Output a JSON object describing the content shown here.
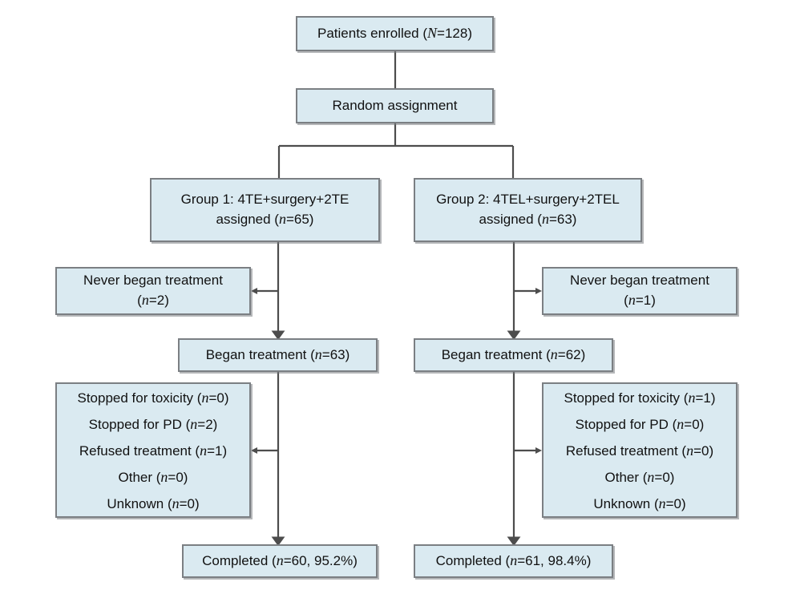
{
  "figure": {
    "type": "flowchart",
    "title": "CONSORT patient flow diagram",
    "colors": {
      "box_fill": "#daeaf1",
      "box_border": "#7b7f83",
      "connector": "#4d4d4d",
      "text": "#111111",
      "background": "#ffffff"
    }
  },
  "nodes": {
    "enrolled": {
      "lines": [
        "Patients enrolled (",
        "N",
        "=128)"
      ],
      "label": "Patients enrolled (N=128)",
      "text_pre": "Patients enrolled (",
      "italic": "N",
      "text_post": "=128)"
    },
    "random_assignment": {
      "label": "Random assignment"
    },
    "group1": {
      "line1": "Group 1: 4TE+surgery+2TE",
      "line2_pre": "assigned (",
      "line2_italic": "n",
      "line2_post": "=65)"
    },
    "group2": {
      "line1": "Group 2: 4TEL+surgery+2TEL",
      "line2_pre": "assigned (",
      "line2_italic": "n",
      "line2_post": "=63)"
    },
    "never_began1": {
      "line1": "Never began treatment",
      "line2_pre": "(",
      "line2_italic": "n",
      "line2_post": "=2)"
    },
    "never_began2": {
      "line1": "Never began treatment",
      "line2_pre": "(",
      "line2_italic": "n",
      "line2_post": "=1)"
    },
    "began1": {
      "pre": "Began treatment (",
      "italic": "n",
      "post": "=63)"
    },
    "began2": {
      "pre": "Began treatment (",
      "italic": "n",
      "post": "=62)"
    },
    "reasons1": {
      "items": [
        {
          "pre": "Stopped for toxicity (",
          "italic": "n",
          "post": "=0)"
        },
        {
          "pre": "Stopped for PD (",
          "italic": "n",
          "post": "=2)"
        },
        {
          "pre": "Refused treatment (",
          "italic": "n",
          "post": "=1)"
        },
        {
          "pre": "Other (",
          "italic": "n",
          "post": "=0)"
        },
        {
          "pre": "Unknown (",
          "italic": "n",
          "post": "=0)"
        }
      ]
    },
    "reasons2": {
      "items": [
        {
          "pre": "Stopped for toxicity (",
          "italic": "n",
          "post": "=1)"
        },
        {
          "pre": "Stopped for PD (",
          "italic": "n",
          "post": "=0)"
        },
        {
          "pre": "Refused treatment (",
          "italic": "n",
          "post": "=0)"
        },
        {
          "pre": "Other (",
          "italic": "n",
          "post": "=0)"
        },
        {
          "pre": "Unknown (",
          "italic": "n",
          "post": "=0)"
        }
      ]
    },
    "completed1": {
      "pre": "Completed (",
      "italic": "n",
      "post": "=60, 95.2%)"
    },
    "completed2": {
      "pre": "Completed (",
      "italic": "n",
      "post": "=61, 98.4%)"
    }
  },
  "chart_data": {
    "type": "flowchart",
    "total_enrolled": 128,
    "arms": [
      {
        "name": "Group 1: 4TE+surgery+2TE",
        "assigned": 65,
        "never_began_treatment": 2,
        "began_treatment": 63,
        "discontinuation_reasons": {
          "stopped_for_toxicity": 0,
          "stopped_for_pd": 2,
          "refused_treatment": 1,
          "other": 0,
          "unknown": 0
        },
        "completed_n": 60,
        "completed_pct": 95.2
      },
      {
        "name": "Group 2: 4TEL+surgery+2TEL",
        "assigned": 63,
        "never_began_treatment": 1,
        "began_treatment": 62,
        "discontinuation_reasons": {
          "stopped_for_toxicity": 1,
          "stopped_for_pd": 0,
          "refused_treatment": 0,
          "other": 0,
          "unknown": 0
        },
        "completed_n": 61,
        "completed_pct": 98.4
      }
    ]
  }
}
